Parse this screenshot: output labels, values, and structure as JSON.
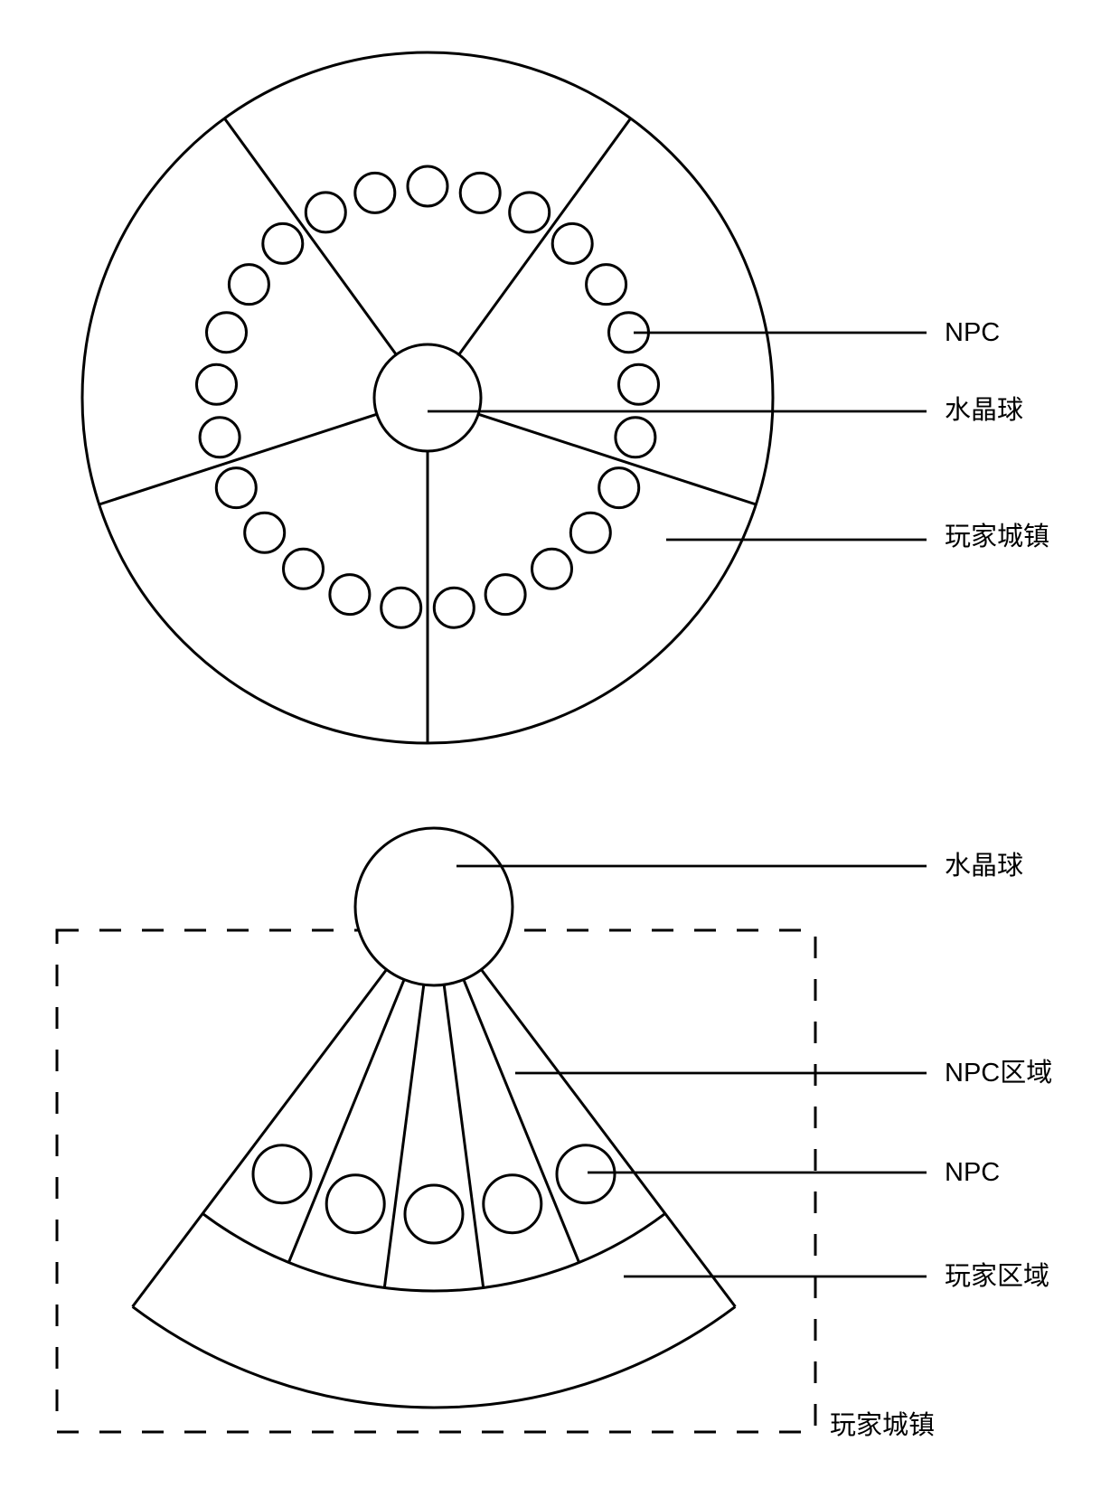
{
  "page": {
    "background": "#ffffff",
    "ink": "#000000"
  },
  "top_diagram": {
    "labels": {
      "npc": "NPC",
      "crystal_ball": "水晶球",
      "player_town": "玩家城镇"
    },
    "sector_count": 5,
    "npc_circle_count": 25
  },
  "bottom_diagram": {
    "labels": {
      "crystal_ball": "水晶球",
      "npc_area": "NPC区域",
      "npc": "NPC",
      "player_area": "玩家区域",
      "player_town": "玩家城镇"
    },
    "wedge_count": 5,
    "npc_circle_count": 5
  }
}
